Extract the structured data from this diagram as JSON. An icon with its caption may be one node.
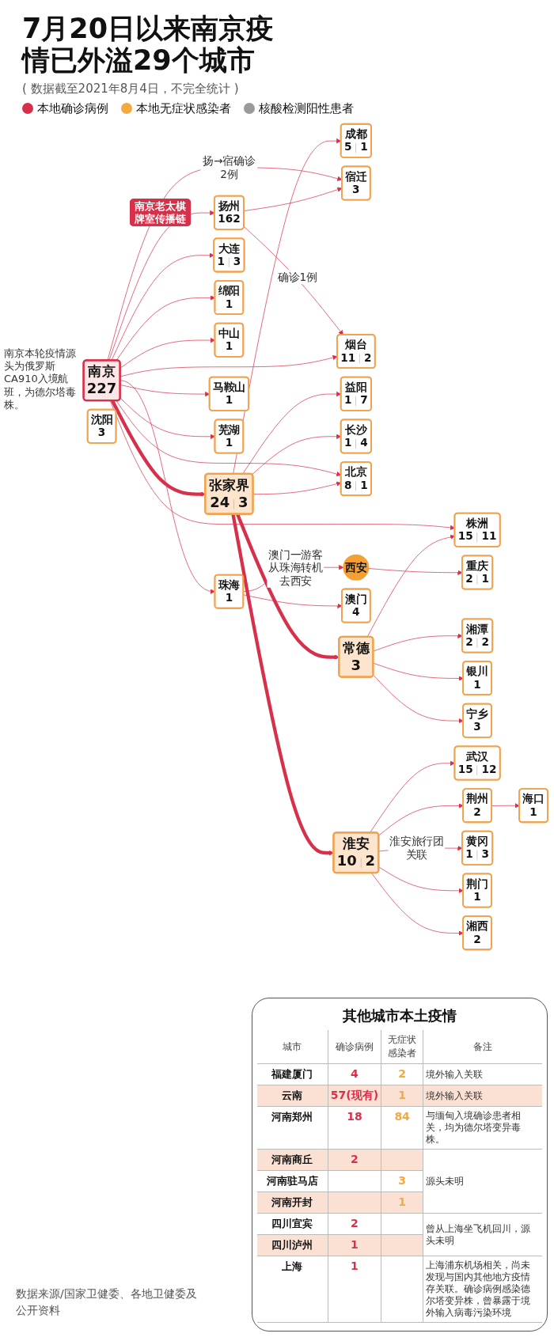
{
  "diagram": {
    "title": "7月20日以来南京疫情已外溢29个城市",
    "nodes": [
      {
        "text": [
          "南京",
          "227"
        ],
        "beside": [
          "南京本轮疫情源头为俄罗斯CA910入境航班，为德尔塔毒株。"
        ]
      },
      {
        "text": [
          "扬州",
          "162"
        ]
      },
      {
        "text": [
          "成都",
          "5",
          "1"
        ]
      },
      {
        "text": [
          "宿迁",
          "3"
        ]
      },
      {
        "text": [
          "烟台",
          "11",
          "2"
        ]
      },
      {
        "text": [
          "益阳",
          "1",
          "7"
        ]
      },
      {
        "text": [
          "长沙",
          "1",
          "4"
        ]
      },
      {
        "text": [
          "北京",
          "8",
          "1"
        ]
      },
      {
        "text": [
          "沈阳",
          "3"
        ]
      },
      {
        "text": [
          "张家界",
          "24",
          "3"
        ]
      },
      {
        "text": [
          "株洲",
          "15",
          "11"
        ]
      },
      {
        "text": [
          "大连",
          "1",
          "3"
        ]
      },
      {
        "text": [
          "重庆",
          "2",
          "1"
        ]
      },
      {
        "text": [
          "湘潭",
          "2",
          "2"
        ]
      },
      {
        "text": [
          "绵阳",
          "1"
        ]
      },
      {
        "text": [
          "西安"
        ]
      },
      {
        "text": [
          "银川",
          "1"
        ]
      },
      {
        "text": [
          "中山",
          "1"
        ]
      },
      {
        "text": [
          "常德",
          "3"
        ]
      },
      {
        "text": [
          "宁乡",
          "3"
        ]
      },
      {
        "text": [
          "珠海",
          "1"
        ]
      },
      {
        "text": [
          "澳门",
          "4"
        ]
      },
      {
        "text": [
          "淮安",
          "10",
          "2"
        ]
      },
      {
        "text": [
          "马鞍山",
          "1"
        ]
      },
      {
        "text": [
          "芜湖",
          "1"
        ]
      },
      {
        "text": [
          "武汉",
          "15",
          "12"
        ]
      },
      {
        "text": [
          "荆州",
          "2"
        ]
      },
      {
        "text": [
          "黄冈",
          "1",
          "3"
        ]
      },
      {
        "text": [
          "荆门",
          "1"
        ]
      },
      {
        "text": [
          "湘西",
          "2"
        ]
      },
      {
        "text": [
          "海口",
          "1"
        ]
      }
    ],
    "edges": [
      {
        "from": 0,
        "to": 1,
        "arrow": "to",
        "label": "南京老太棋牌室传播链"
      },
      {
        "from": 0,
        "to": 3,
        "arrow": "to",
        "label": "扬→宿确诊2例"
      },
      {
        "from": 1,
        "to": 3,
        "arrow": "to"
      },
      {
        "from": 1,
        "to": 4,
        "arrow": "to",
        "label": "确诊1例"
      },
      {
        "from": 0,
        "to": 4,
        "arrow": "to"
      },
      {
        "from": 0,
        "to": 7,
        "arrow": "to"
      },
      {
        "from": 0,
        "to": 11,
        "arrow": "to"
      },
      {
        "from": 0,
        "to": 14,
        "arrow": "to"
      },
      {
        "from": 0,
        "to": 17,
        "arrow": "to"
      },
      {
        "from": 0,
        "to": 20,
        "arrow": "to"
      },
      {
        "from": 0,
        "to": 23,
        "arrow": "to"
      },
      {
        "from": 0,
        "to": 24,
        "arrow": "to"
      },
      {
        "from": 0,
        "to": 9,
        "arrow": "to",
        "style": "thick"
      },
      {
        "from": 0,
        "to": 10,
        "arrow": "to"
      },
      {
        "from": 9,
        "to": 2,
        "arrow": "to"
      },
      {
        "from": 9,
        "to": 5,
        "arrow": "to"
      },
      {
        "from": 9,
        "to": 6,
        "arrow": "to"
      },
      {
        "from": 9,
        "to": 7,
        "arrow": "to"
      },
      {
        "from": 9,
        "to": 18,
        "arrow": "to",
        "style": "thick"
      },
      {
        "from": 9,
        "to": 22,
        "arrow": "to",
        "style": "thick"
      },
      {
        "from": 18,
        "to": 10,
        "arrow": "to"
      },
      {
        "from": 18,
        "to": 13,
        "arrow": "to"
      },
      {
        "from": 18,
        "to": 16,
        "arrow": "to"
      },
      {
        "from": 18,
        "to": 19,
        "arrow": "to"
      },
      {
        "from": 22,
        "to": 25,
        "arrow": "to"
      },
      {
        "from": 22,
        "to": 26,
        "arrow": "to"
      },
      {
        "from": 22,
        "to": 27,
        "arrow": "to",
        "label": "淮安旅行团关联"
      },
      {
        "from": 22,
        "to": 28,
        "arrow": "to"
      },
      {
        "from": 22,
        "to": 29,
        "arrow": "to"
      },
      {
        "from": 26,
        "to": 30,
        "arrow": "to"
      },
      {
        "from": 20,
        "to": 21,
        "arrow": "to"
      },
      {
        "from": 20,
        "to": 15,
        "arrow": "to",
        "label": "澳门一游客从珠海转机去西安"
      },
      {
        "from": 15,
        "to": 12,
        "arrow": "to"
      }
    ],
    "labels": [
      "( 数据截至2021年8月4日，不完全统计 )",
      "其他城市本土疫情",
      "城市",
      "确诊病例",
      "无症状感染者",
      "备注",
      "福建厦门",
      "4",
      "2",
      "境外输入关联",
      "云南",
      "57(现有)",
      "1",
      "境外输入关联",
      "河南郑州",
      "18",
      "84",
      "与缅甸入境确诊患者相关，均为德尔塔变异毒株。",
      "河南商丘",
      "2",
      "河南驻马店",
      "3",
      "源头未明",
      "河南开封",
      "1",
      "四川宜宾",
      "2",
      "曾从上海坐飞机回川，源头未明",
      "四川泸州",
      "1",
      "上海",
      "1",
      "上海浦东机场相关，尚未发现与国内其他地方疫情存关联。确诊病例感染德尔塔变异株，曾暴露于境外输入病毒污染环境",
      "数据来源/国家卫健委、各地卫健委及公开资料"
    ],
    "legend": [
      {
        "text": "本地确诊病例",
        "color": "#d7304a"
      },
      {
        "text": "本地无症状感染者",
        "color": "#f3a93f"
      },
      {
        "text": "核酸检测阳性患者",
        "color": "#9a9a9a"
      }
    ]
  }
}
